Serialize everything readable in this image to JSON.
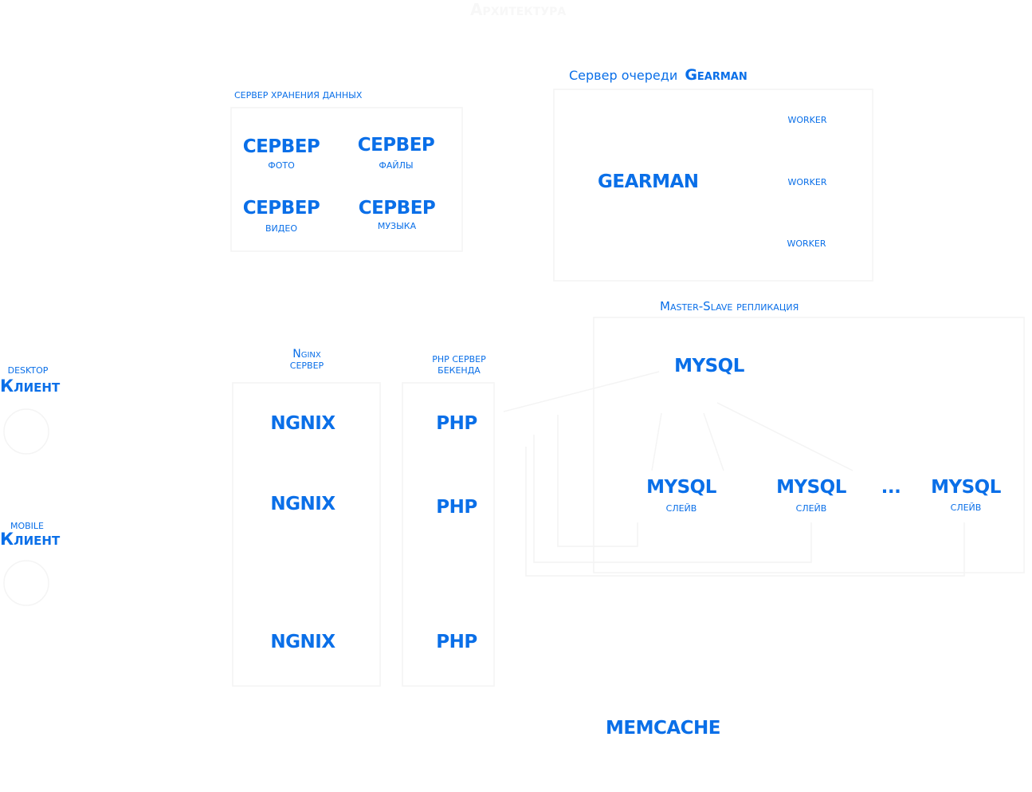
{
  "title": "Архитектура",
  "colors": {
    "accent": "#0a6fe8",
    "faint": "#f2f2f2"
  },
  "storage": {
    "label": "СЕРВЕР ХРАНЕНИЯ ДАННЫХ",
    "servers": [
      {
        "name": "СЕРВЕР",
        "sub": "ФОТО"
      },
      {
        "name": "СЕРВЕР",
        "sub": "ФАЙЛЫ"
      },
      {
        "name": "СЕРВЕР",
        "sub": "ВИДЕО"
      },
      {
        "name": "СЕРВЕР",
        "sub": "МУЗЫКА"
      }
    ]
  },
  "queue": {
    "label_prefix": "Сервер очереди",
    "label_name": "Gearman",
    "main": "GEARMAN",
    "workers": [
      "WORKER",
      "WORKER",
      "WORKER"
    ]
  },
  "clients": [
    {
      "type": "DESKTOP",
      "name": "Клиент"
    },
    {
      "type": "MOBILE",
      "name": "Клиент"
    }
  ],
  "nginx": {
    "label1": "Nginx",
    "label2": "СЕРВЕР",
    "nodes": [
      "NGNIX",
      "NGNIX",
      "NGNIX"
    ]
  },
  "php": {
    "label1": "PHP СЕРВЕР",
    "label2": "БЕКЕНДА",
    "nodes": [
      "PHP",
      "PHP",
      "PHP"
    ]
  },
  "replication": {
    "label": "Master-Slave репликация",
    "master": "MYSQL",
    "slaves": [
      {
        "name": "MYSQL",
        "sub": "СЛЕЙВ"
      },
      {
        "name": "MYSQL",
        "sub": "СЛЕЙВ"
      },
      {
        "name": "MYSQL",
        "sub": "СЛЕЙВ"
      }
    ],
    "ellipsis": "..."
  },
  "memcache": "MEMCACHE"
}
